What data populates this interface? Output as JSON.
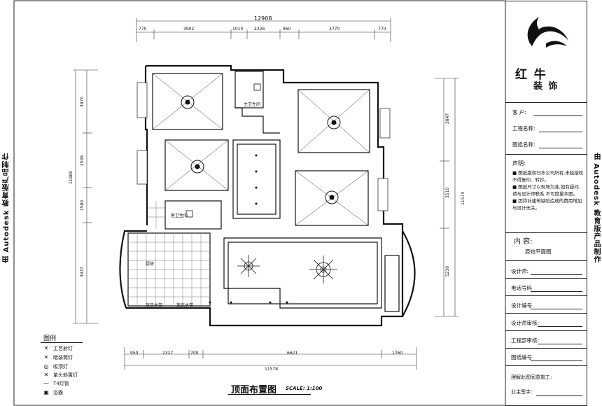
{
  "watermark": {
    "left": "由 Autodesk 教育版产品制作",
    "right": "由 Autodesk 教育版产品制作"
  },
  "plan": {
    "title": "顶面布置图",
    "scale": "SCALE: 1:100",
    "dims_top": [
      "12908",
      "770",
      "3902",
      "1010",
      "2226",
      "960",
      "3770",
      "770"
    ],
    "dims_bottom": [
      "11578",
      "950",
      "2327",
      "700",
      "6621",
      "1760"
    ],
    "dims_left": [
      "11880",
      "3970",
      "2508",
      "1580",
      "3937"
    ],
    "dims_right": [
      "11574",
      "3847",
      "3510",
      "5230"
    ],
    "room_labels": {
      "master_bath": "主卫生间",
      "guest_bath": "客卫生间",
      "kitchen": "厨房",
      "balcony_left": "放衣水带",
      "balcony_right": "放衣水带"
    }
  },
  "legend": {
    "title": "图例",
    "items": [
      {
        "symbol": "✕",
        "label": "工艺射灯"
      },
      {
        "symbol": "✕",
        "label": "暗装筒灯"
      },
      {
        "symbol": "◎",
        "label": "吸顶灯"
      },
      {
        "symbol": "✕",
        "label": "单头斜置灯"
      },
      {
        "symbol": "—",
        "label": "T4灯管"
      },
      {
        "symbol": "▣",
        "label": "浴霸"
      }
    ]
  },
  "titleblock": {
    "brand_1": "红 牛",
    "brand_2": "装 饰",
    "client_label": "客  户:",
    "project_label": "工程名称:",
    "drawing_label": "图纸名称:",
    "notice_title": "声明:",
    "notices": [
      "图纸版权归本公司所有,未经授权不得复印、转抄。",
      "图纸尺寸以现场为准,如有疑问,请与设计师联系,不可度量本图。",
      "因弥补建筑缺陷造成的费用增加与设计无关。"
    ],
    "content_label": "内  容:",
    "content_value": "原始平面图",
    "fields": [
      "设计师:",
      "电话号码",
      "设计编号",
      "设计师审核:",
      "工程部审核:",
      "图纸编号"
    ],
    "confirm_label": "理解此图同意施工:",
    "sign_label": "业主签字:"
  }
}
